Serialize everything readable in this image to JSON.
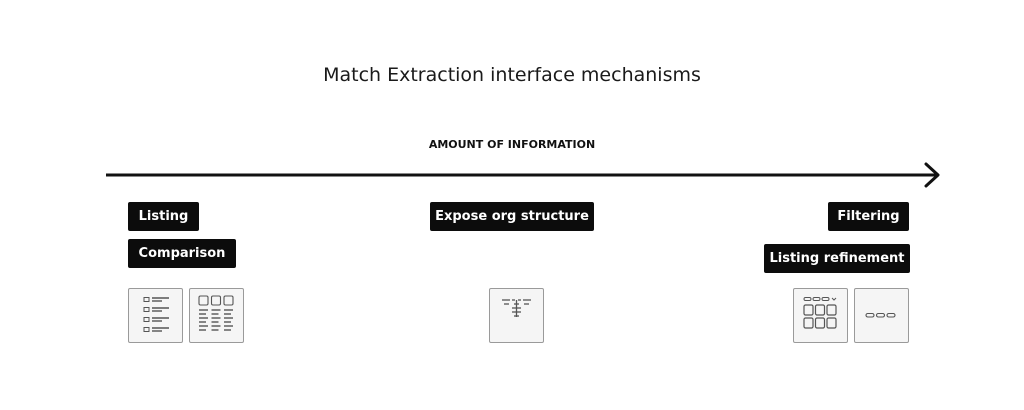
{
  "title": "Match Extraction interface mechanisms",
  "axis": {
    "label": "AMOUNT OF INFORMATION"
  },
  "tags": {
    "listing": "Listing",
    "comparison": "Comparison",
    "expose_org": "Expose org structure",
    "filtering": "Filtering",
    "listing_refinement": "Listing refinement"
  },
  "icons": {
    "list_view": "list-view-icon",
    "comparison_grid": "comparison-grid-icon",
    "org_structure": "org-structure-icon",
    "filter_grid": "filter-grid-icon",
    "refinement_pills": "refinement-pills-icon"
  },
  "colors": {
    "tag_background": "#0c0c0c",
    "tag_text": "#ffffff",
    "axis": "#111111",
    "thumbnail_border": "#9a9a9a"
  }
}
